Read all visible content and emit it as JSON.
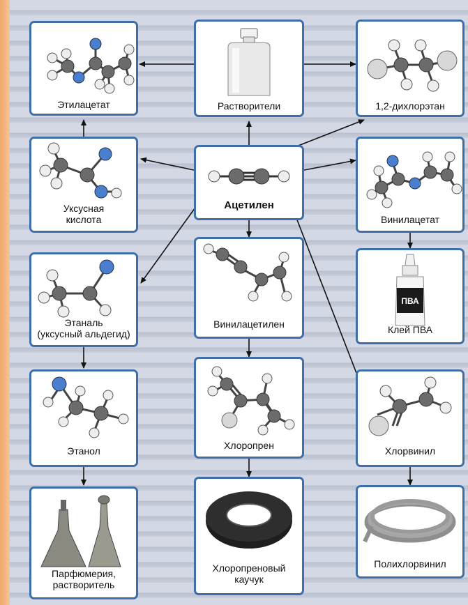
{
  "nodes": {
    "acetylene": "Ацетилен",
    "solvents": "Растворители",
    "ethyl_acetate": "Этилацетат",
    "dichloroethane": "1,2-дихлорэтан",
    "acetic_acid_line1": "Уксусная",
    "acetic_acid_line2": "кислота",
    "vinyl_acetate": "Винилацетат",
    "ethanal_line1": "Этаналь",
    "ethanal_line2": "(уксусный альдегид)",
    "vinylacetylene": "Винилацетилен",
    "pva_glue": "Клей ПВА",
    "pva_bottle_label": "ПВА",
    "ethanol": "Этанол",
    "chloroprene": "Хлоропрен",
    "vinyl_chloride": "Хлорвинил",
    "perfumery_line1": "Парфюмерия,",
    "perfumery_line2": "растворитель",
    "chloroprene_rubber_line1": "Хлоропреновый",
    "chloroprene_rubber_line2": "каучук",
    "polyvinyl_chloride": "Полихлорвинил"
  },
  "colors": {
    "border": "#3e6fa8",
    "carbon": "#6b6b6b",
    "hydrogen": "#eeeeee",
    "oxygen": "#4a7fd0",
    "chlorine": "#d8d8d8"
  }
}
